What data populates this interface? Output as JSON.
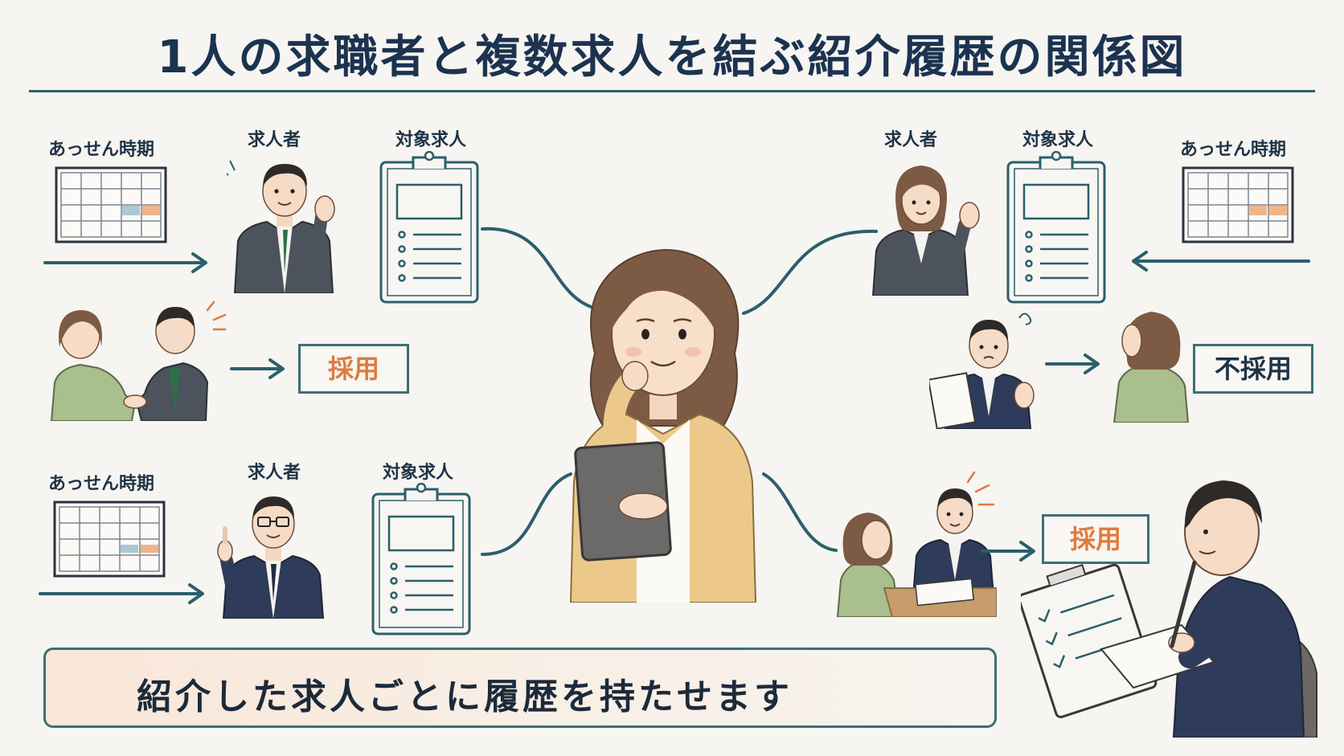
{
  "title": "1人の求職者と複数求人を結ぶ紹介履歴の関係図",
  "labels": {
    "period": "あっせん時期",
    "job_seeker": "求人者",
    "target_job": "対象求人"
  },
  "results": {
    "left_top": "採用",
    "right_top": "不採用",
    "right_bottom": "採用"
  },
  "banner": "紹介した求人ごとに履歴を持たせます",
  "colors": {
    "line": "#2b5f6b",
    "accent_orange": "#e07a3c",
    "navy": "#1c3350",
    "calendar_orange": "#f0b48a",
    "calendar_blue": "#a9c9d6"
  }
}
